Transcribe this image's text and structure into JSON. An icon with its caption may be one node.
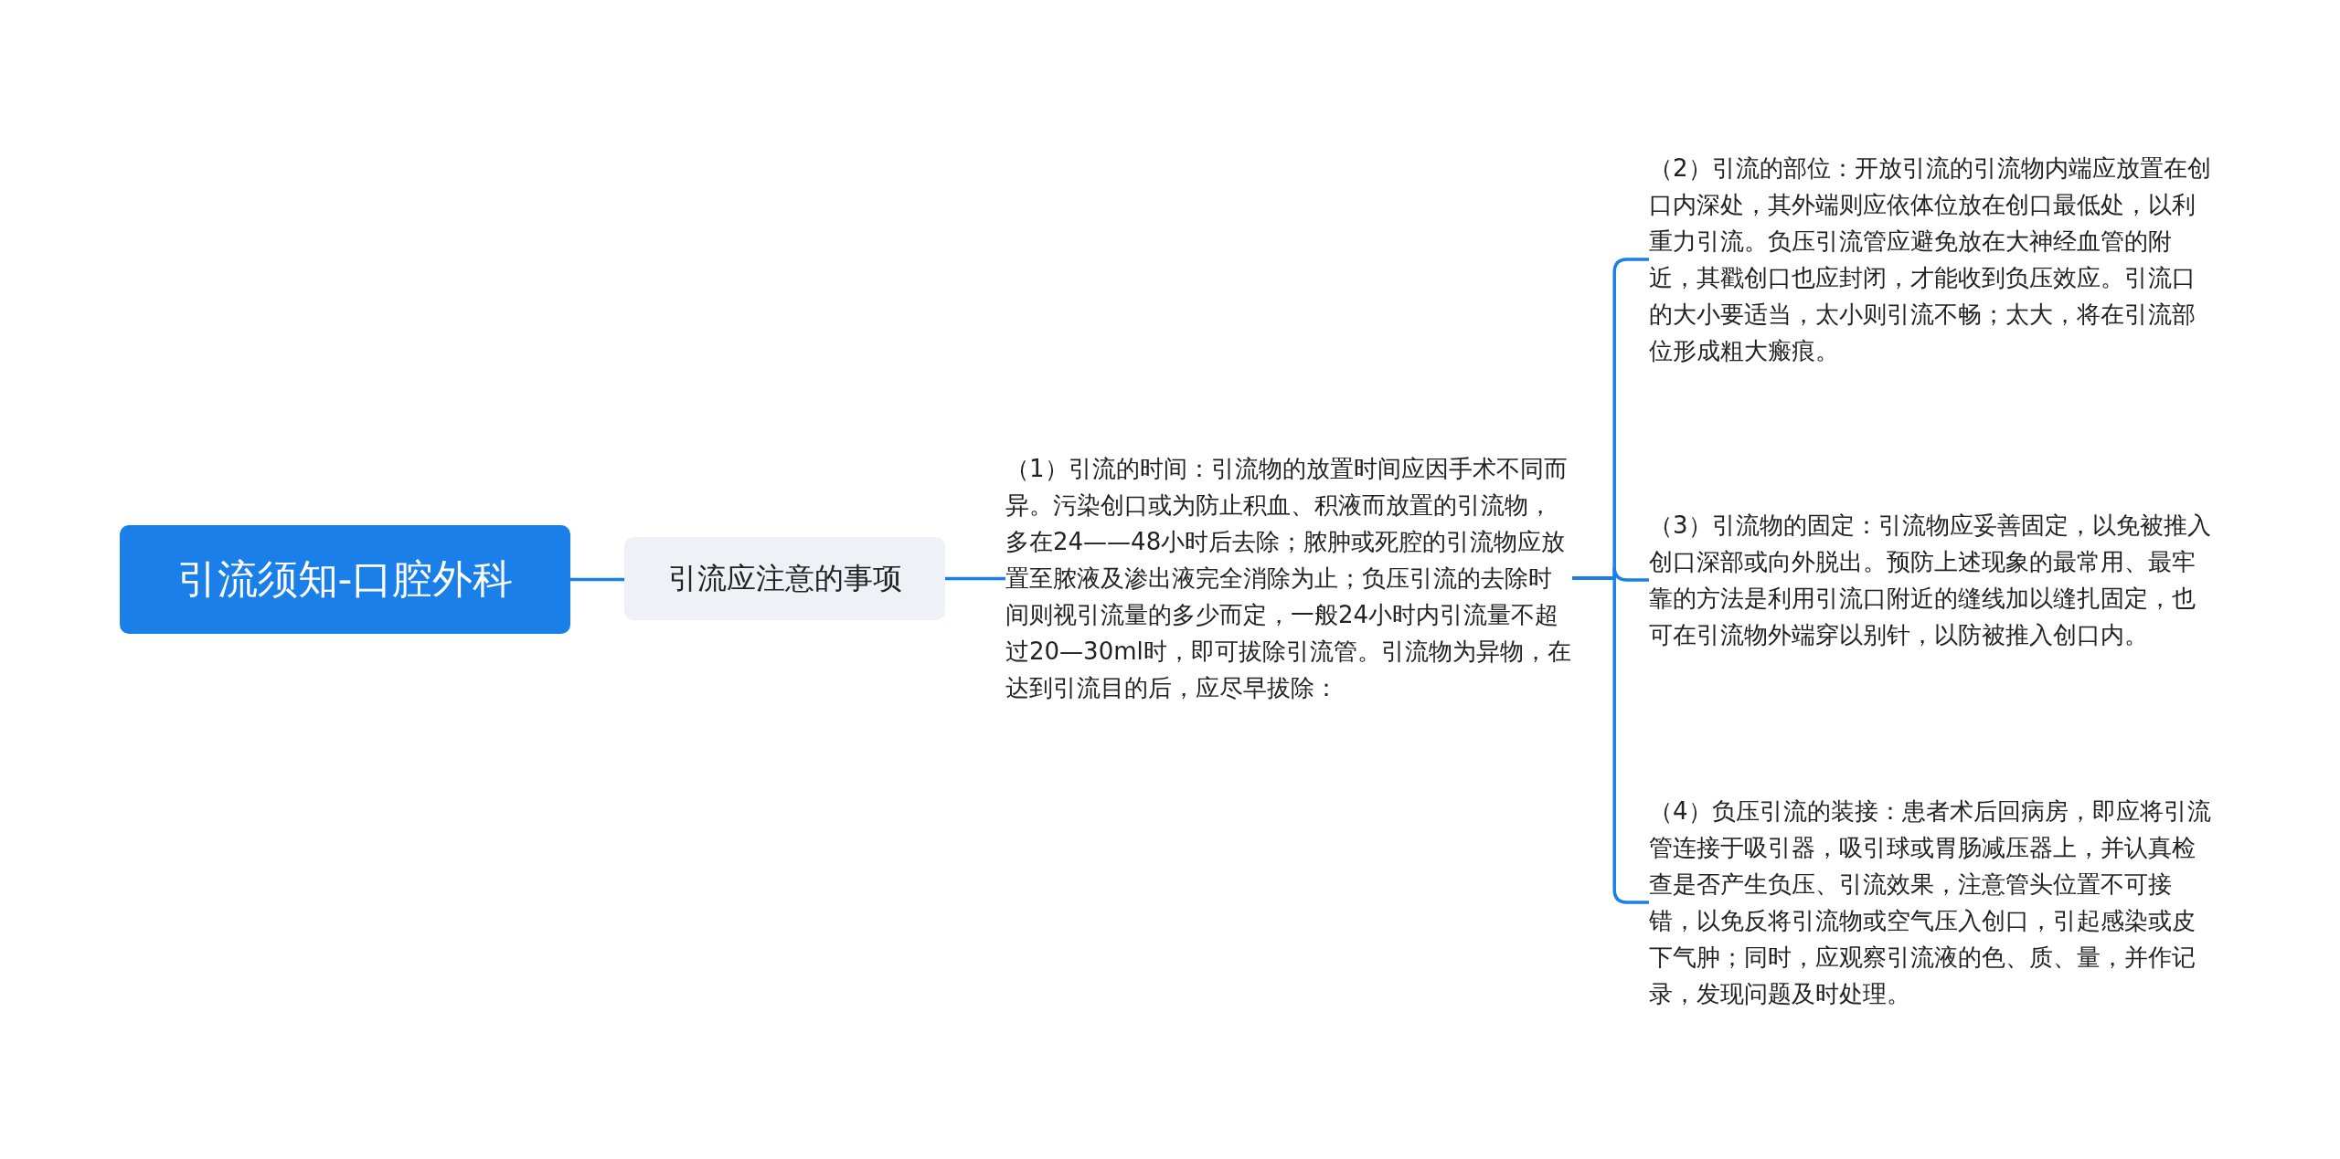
{
  "diagram": {
    "nodes": [
      {
        "text": [
          "引流须知-口腔外科"
        ]
      },
      {
        "text": [
          "引流应注意的事项"
        ]
      },
      {
        "text": [
          "（1）引流的时间：引流物的放置时间应因手术不同而异。污染创口或为防止积血、积液而放置的引流物，多在24——48小时后去除；脓肿或死腔的引流物应放置至脓液及渗出液完全消除为止；负压引流的去除时间则视引流量的多少而定，一般24小时内引流量不超过20—30ml时，即可拔除引流管。引流物为异物，在达到引流目的后，应尽早拔除："
        ]
      },
      {
        "text": [
          "（2）引流的部位：开放引流的引流物内端应放置在创口内深处，其外端则应依体位放在创口最低处，以利重力引流。负压引流管应避免放在大神经血管的附近，其戳创口也应封闭，才能收到负压效应。引流口的大小要适当，太小则引流不畅；太大，将在引流部位形成粗大瘢痕。"
        ]
      },
      {
        "text": [
          "（3）引流物的固定：引流物应妥善固定，以免被推入创口深部或向外脱出。预防上述现象的最常用、最牢靠的方法是利用引流口附近的缝线加以缝扎固定，也可在引流物外端穿以别针，以防被推入创口内。"
        ]
      },
      {
        "text": [
          "（4）负压引流的装接：患者术后回病房，即应将引流管连接于吸引器，吸引球或胃肠减压器上，并认真检查是否产生负压、引流效果，注意管头位置不可接错，以免反将引流物或空气压入创口，引起感染或皮下气肿；同时，应观察引流液的色、质、量，并作记录，发现问题及时处理。"
        ]
      }
    ],
    "edges": [
      {
        "from": 0,
        "to": 1,
        "arrow": "none"
      },
      {
        "from": 1,
        "to": 2,
        "arrow": "none"
      },
      {
        "from": 2,
        "to": 3,
        "arrow": "none"
      },
      {
        "from": 2,
        "to": 4,
        "arrow": "none"
      },
      {
        "from": 2,
        "to": 5,
        "arrow": "none"
      }
    ]
  }
}
